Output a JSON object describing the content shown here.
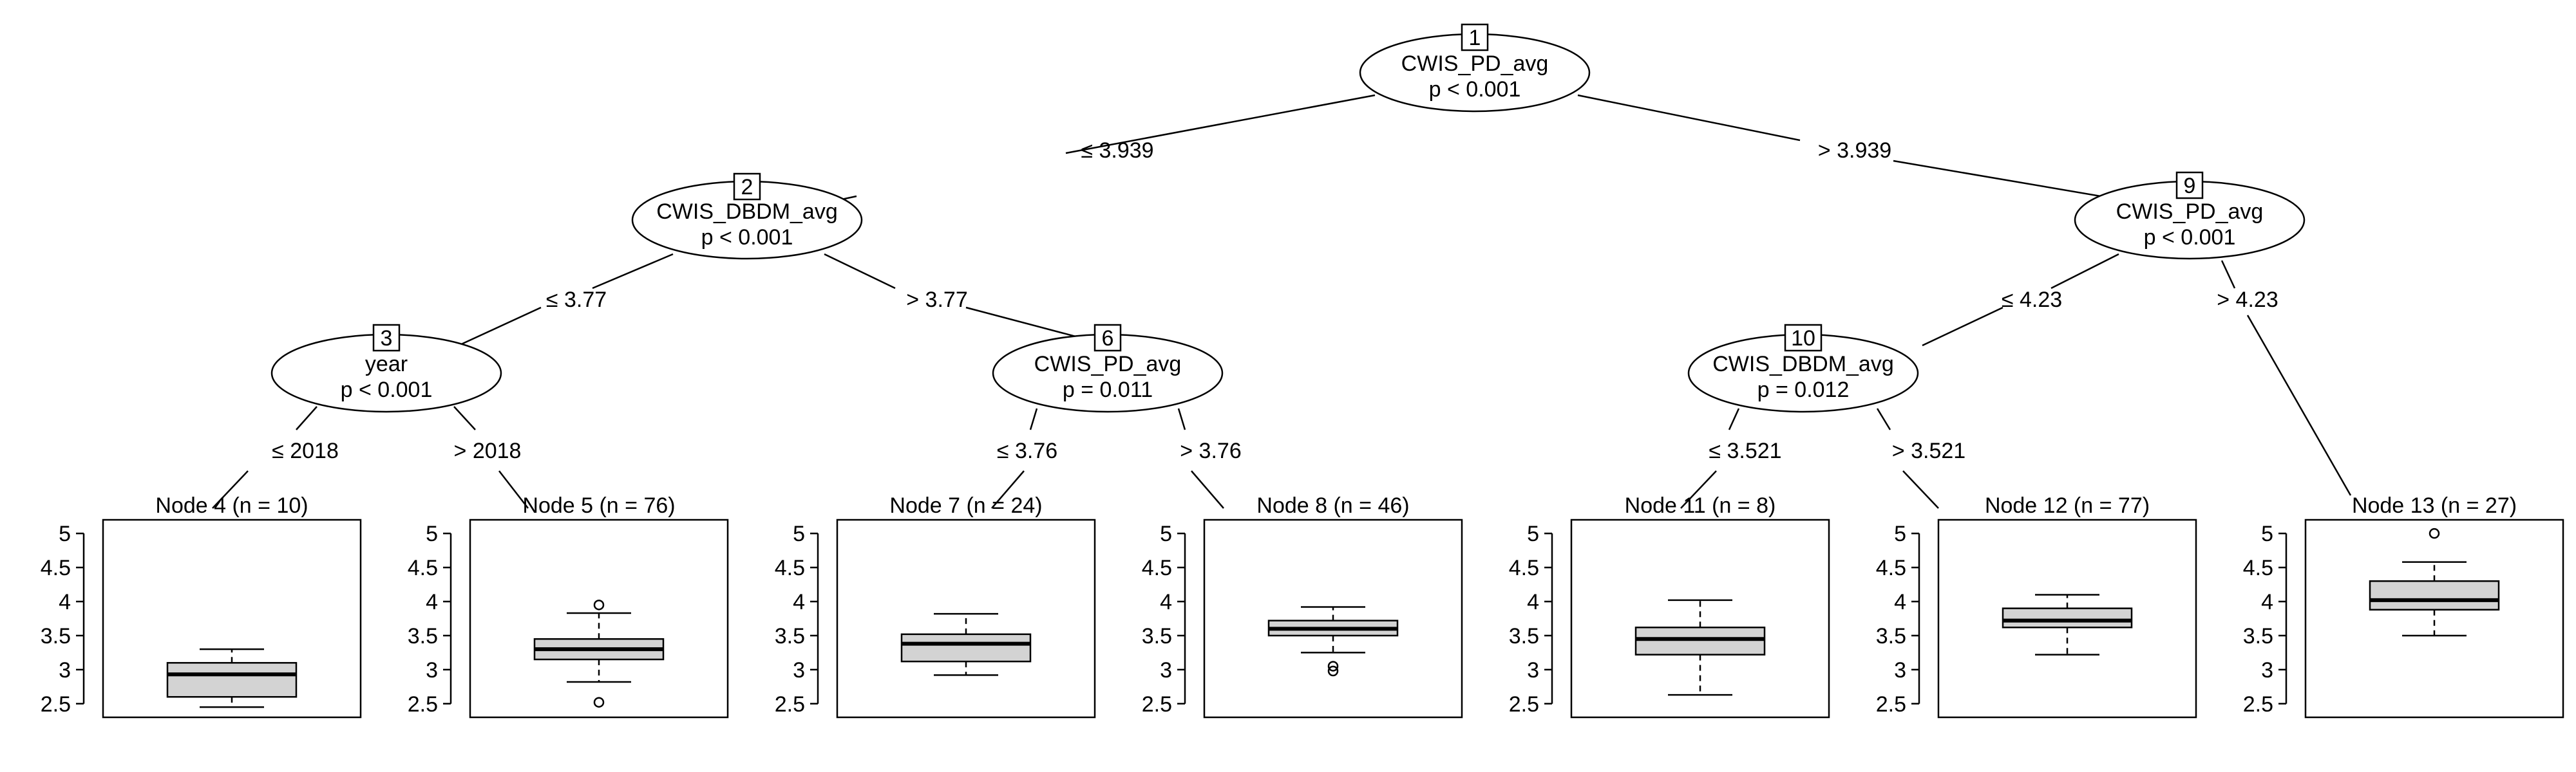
{
  "inner_nodes": [
    {
      "id": "1",
      "var": "CWIS_PD_avg",
      "p": "p < 0.001"
    },
    {
      "id": "2",
      "var": "CWIS_DBDM_avg",
      "p": "p < 0.001"
    },
    {
      "id": "3",
      "var": "year",
      "p": "p < 0.001"
    },
    {
      "id": "6",
      "var": "CWIS_PD_avg",
      "p": "p = 0.011"
    },
    {
      "id": "9",
      "var": "CWIS_PD_avg",
      "p": "p < 0.001"
    },
    {
      "id": "10",
      "var": "CWIS_DBDM_avg",
      "p": "p = 0.012"
    }
  ],
  "edges": [
    {
      "label": "≤ 3.939"
    },
    {
      "label": "> 3.939"
    },
    {
      "label": "≤ 3.77"
    },
    {
      "label": "> 3.77"
    },
    {
      "label": "≤ 2018"
    },
    {
      "label": "> 2018"
    },
    {
      "label": "≤ 3.76"
    },
    {
      "label": "> 3.76"
    },
    {
      "label": "≤ 4.23"
    },
    {
      "label": "> 4.23"
    },
    {
      "label": "≤ 3.521"
    },
    {
      "label": "> 3.521"
    }
  ],
  "terminals": [
    {
      "title": "Node 4 (n = 10)",
      "min": 2.45,
      "q1": 2.6,
      "median": 2.93,
      "q3": 3.1,
      "max": 3.3,
      "outliers": []
    },
    {
      "title": "Node 5 (n = 76)",
      "min": 2.82,
      "q1": 3.15,
      "median": 3.3,
      "q3": 3.45,
      "max": 3.83,
      "outliers": [
        3.95,
        2.52
      ]
    },
    {
      "title": "Node 7 (n = 24)",
      "min": 2.92,
      "q1": 3.12,
      "median": 3.38,
      "q3": 3.52,
      "max": 3.82,
      "outliers": []
    },
    {
      "title": "Node 8 (n = 46)",
      "min": 3.25,
      "q1": 3.5,
      "median": 3.6,
      "q3": 3.72,
      "max": 3.92,
      "outliers": [
        3.05,
        2.98
      ]
    },
    {
      "title": "Node 11 (n = 8)",
      "min": 2.63,
      "q1": 3.22,
      "median": 3.45,
      "q3": 3.62,
      "max": 4.02,
      "outliers": []
    },
    {
      "title": "Node 12 (n = 77)",
      "min": 3.22,
      "q1": 3.62,
      "median": 3.72,
      "q3": 3.9,
      "max": 4.1,
      "outliers": []
    },
    {
      "title": "Node 13 (n = 27)",
      "min": 3.5,
      "q1": 3.88,
      "median": 4.02,
      "q3": 4.3,
      "max": 4.58,
      "outliers": [
        5.0
      ]
    }
  ],
  "axis": {
    "ticks": [
      "5",
      "4.5",
      "4",
      "3.5",
      "3",
      "2.5"
    ],
    "tick_values": [
      5,
      4.5,
      4,
      3.5,
      3,
      2.5
    ],
    "range": [
      2.3,
      5.2
    ]
  },
  "colors": {
    "box_fill": "#d3d3d3",
    "line": "#000000",
    "background": "#ffffff"
  }
}
